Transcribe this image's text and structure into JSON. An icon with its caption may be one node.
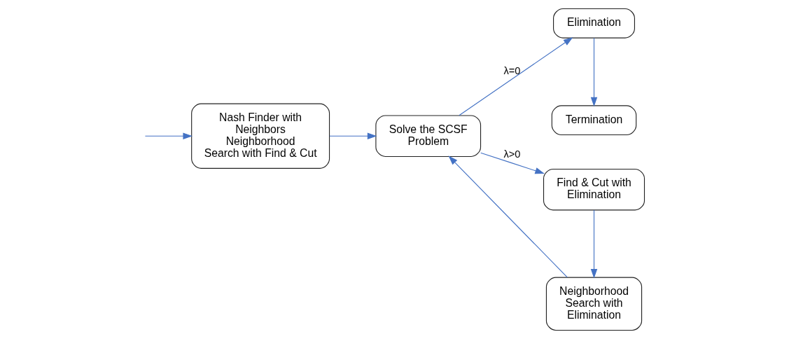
{
  "diagram": {
    "nodes": [
      {
        "text": [
          "Nash Finder with Neighbors Neighborhood Search with Find & Cut"
        ]
      },
      {
        "text": [
          "Solve the SCSF Problem"
        ]
      },
      {
        "text": [
          "Elimination"
        ]
      },
      {
        "text": [
          "Termination"
        ]
      },
      {
        "text": [
          "Neighborhood Search with Elimination"
        ]
      },
      {
        "text": [
          "Find & Cut with Elimination"
        ]
      }
    ],
    "edges": [
      {
        "from": null,
        "to": 0,
        "arrow": "to"
      },
      {
        "from": 0,
        "to": 1,
        "arrow": "to"
      },
      {
        "from": 1,
        "to": 2,
        "arrow": "to",
        "label": "λ=0"
      },
      {
        "from": 1,
        "to": 5,
        "arrow": "to",
        "label": "λ>0"
      },
      {
        "from": 2,
        "to": 3,
        "arrow": "to"
      },
      {
        "from": 5,
        "to": 4,
        "arrow": "to"
      },
      {
        "from": 4,
        "to": 1,
        "arrow": "to"
      }
    ]
  }
}
